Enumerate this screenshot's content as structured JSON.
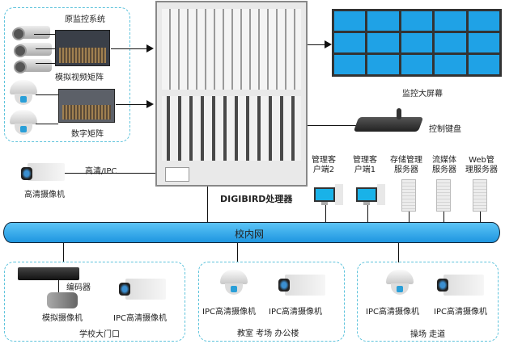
{
  "legacy_system": {
    "title": "原监控系统",
    "analog_matrix": "模拟视频矩阵",
    "digital_matrix": "数字矩阵"
  },
  "processor": {
    "label": "DIGIBIRD处理器"
  },
  "video_wall": {
    "label": "监控大屏幕"
  },
  "keyboard": {
    "label": "控制键盘"
  },
  "hd_camera": {
    "label": "高清摄像机",
    "link_label": "高清/IPC"
  },
  "network": {
    "label": "校内网"
  },
  "clients": [
    {
      "line1": "管理客",
      "line2": "户端2"
    },
    {
      "line1": "管理客",
      "line2": "户端1"
    }
  ],
  "servers": [
    {
      "line1": "存储管理",
      "line2": "服务器"
    },
    {
      "line1": "流媒体",
      "line2": "服务器"
    },
    {
      "line1": "Web管",
      "line2": "理服务器"
    }
  ],
  "zones": [
    {
      "title": "学校大门口",
      "encoder": "编码器",
      "cam1": "模拟摄像机",
      "cam2": "IPC高清摄像机"
    },
    {
      "title": "教室 考场 办公楼",
      "cam1": "IPC高清摄像机",
      "cam2": "IPC高清摄像机"
    },
    {
      "title": "操场 走道",
      "cam1": "IPC高清摄像机",
      "cam2": "IPC高清摄像机"
    }
  ],
  "colors": {
    "network": "#29a3ec",
    "wall": "#1fa2e6",
    "dash": "#5ec3dc"
  }
}
